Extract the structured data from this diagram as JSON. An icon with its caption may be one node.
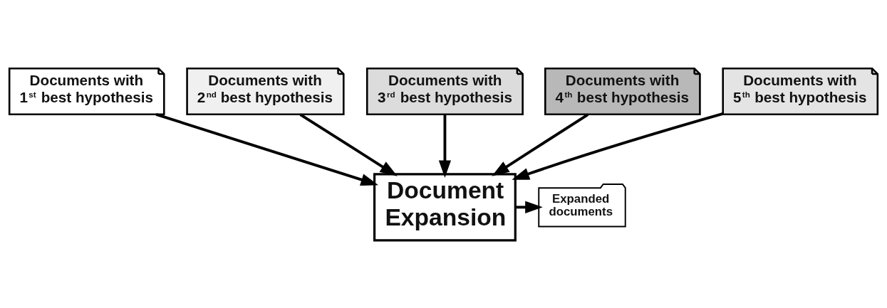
{
  "diagram": {
    "nodes": [
      {
        "text": [
          "Documents with 1$^{st}$ best hypothesis"
        ]
      },
      {
        "text": [
          "Documents with 2$^{nd}$ best hypothesis"
        ]
      },
      {
        "text": [
          "Documents with 3$^{rd}$ best hypothesis"
        ]
      },
      {
        "text": [
          "Documents with 4$^{th}$ best hypothesis"
        ]
      },
      {
        "text": [
          "Documents with 5$^{th}$ best hypothesis"
        ]
      },
      {
        "text": [
          "Document Expansion"
        ]
      },
      {
        "text": [
          "Expanded documents"
        ]
      }
    ],
    "edges": [
      {
        "from": 0,
        "to": 5,
        "arrow": "to"
      },
      {
        "from": 1,
        "to": 5,
        "arrow": "to"
      },
      {
        "from": 2,
        "to": 5,
        "arrow": "to"
      },
      {
        "from": 3,
        "to": 5,
        "arrow": "to"
      },
      {
        "from": 4,
        "to": 5,
        "arrow": "to"
      },
      {
        "from": 5,
        "to": 6,
        "arrow": "to"
      }
    ]
  }
}
